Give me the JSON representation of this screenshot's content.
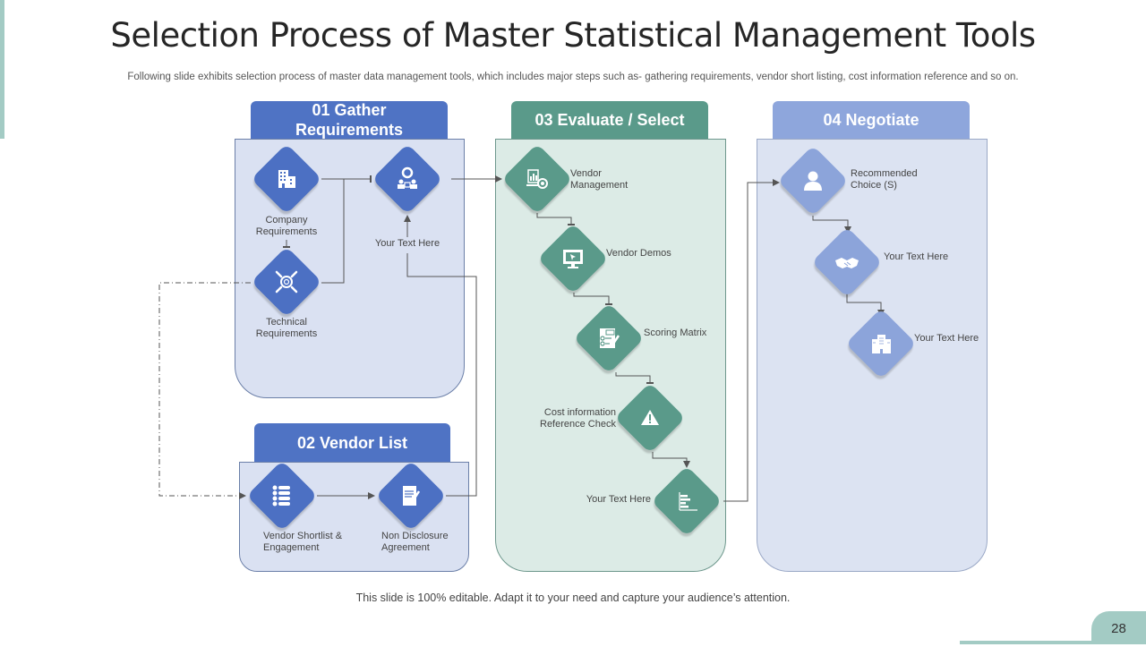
{
  "slide": {
    "title": "Selection Process of Master Statistical Management Tools",
    "subtitle": "Following slide exhibits selection process of master data management tools, which includes major steps such as- gathering requirements, vendor short listing, cost information reference and so on.",
    "footer_note": "This slide is 100% editable. Adapt it to your need and capture your audience’s attention.",
    "page_number": "28"
  },
  "colors": {
    "blue": "#4c70c3",
    "green": "#5a9a8a",
    "light_blue": "#8ca4da",
    "accent_teal": "#a3cbc4"
  },
  "stages": [
    {
      "title": "01 Gather Requirements",
      "nodes": [
        {
          "label": "Company Requirements",
          "icon": "office-building-icon"
        },
        {
          "label": "Your Text Here",
          "icon": "team-meeting-gear-icon"
        },
        {
          "label": "Technical Requirements",
          "icon": "tools-gear-icon"
        }
      ]
    },
    {
      "title": "02 Vendor List",
      "nodes": [
        {
          "label": "Vendor Shortlist & Engagement",
          "icon": "list-icon"
        },
        {
          "label": "Non Disclosure Agreement",
          "icon": "document-sign-icon"
        }
      ]
    },
    {
      "title": "03 Evaluate / Select",
      "nodes": [
        {
          "label": "Vendor Management",
          "icon": "chart-gear-icon"
        },
        {
          "label": "Vendor Demos",
          "icon": "monitor-cursor-icon"
        },
        {
          "label": "Scoring Matrix",
          "icon": "checklist-icon"
        },
        {
          "label": "Cost information Reference Check",
          "icon": "warning-icon"
        },
        {
          "label": "Your Text Here",
          "icon": "bar-chart-icon"
        }
      ]
    },
    {
      "title": "04 Negotiate",
      "nodes": [
        {
          "label": "Recommended Choice (S)",
          "icon": "user-icon"
        },
        {
          "label": "Your Text Here",
          "icon": "handshake-icon"
        },
        {
          "label": "Your Text Here",
          "icon": "buildings-icon"
        }
      ]
    }
  ]
}
